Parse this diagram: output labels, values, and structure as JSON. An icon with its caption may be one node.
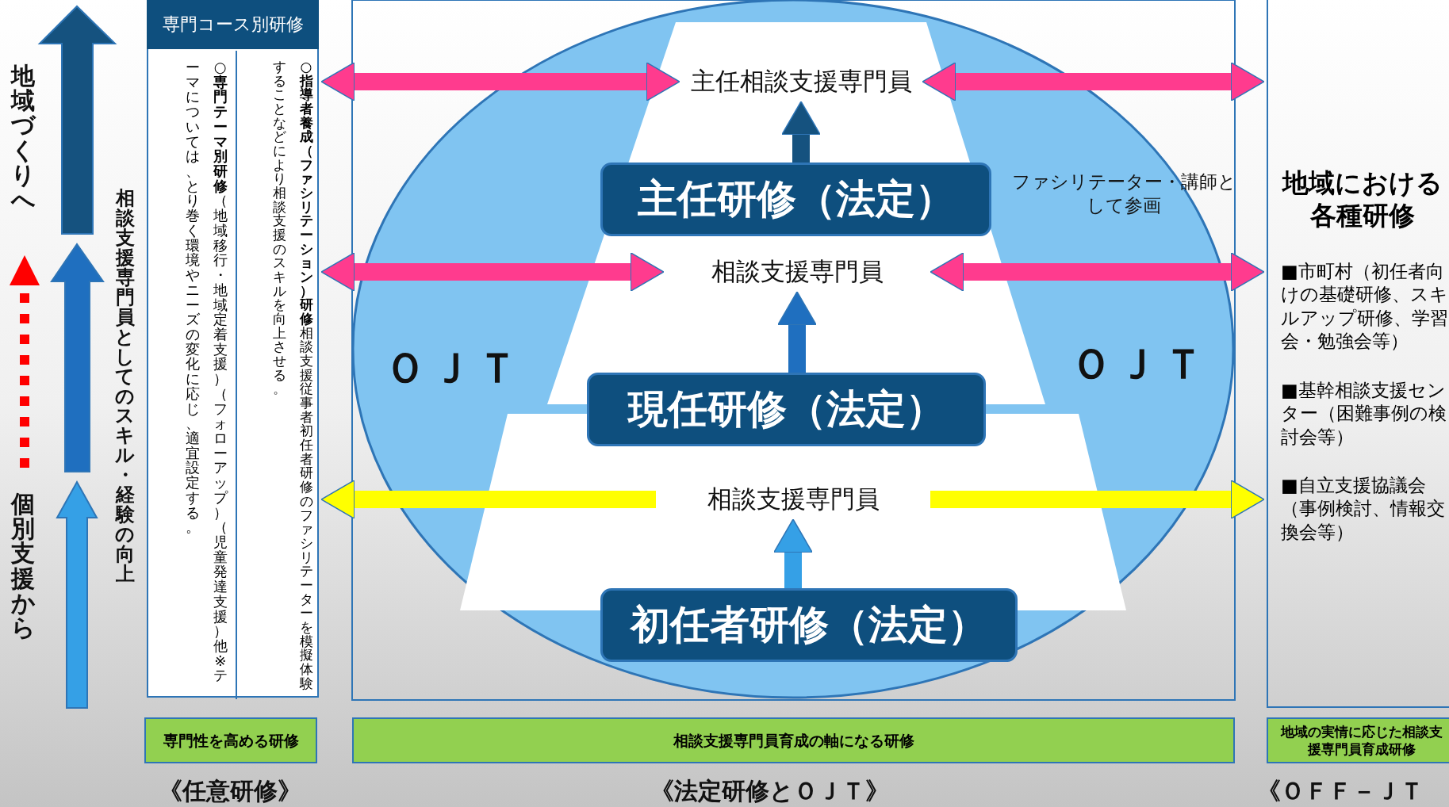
{
  "diagram": {
    "nodes": [
      {
        "text": [
          "専門コース別研修"
        ]
      },
      {
        "text": [
          "**○指導者養成（ファシリテーション）研修**相談支援従事者初任者研修のファシリテーターを模擬体験することなどにより相談支援のスキルを向上させる。"
        ],
        "in": 0
      },
      {
        "text": [
          "**○専門テーマ別研修**（地域移行・地域定着支援）（フォローアップ）（児童発達支援）他※テーマについては、とり巻く環境やニーズの変化に応じ、適宜設定する。"
        ],
        "in": 0
      },
      {
        "text": [
          "主任相談支援専門員"
        ]
      },
      {
        "text": [
          "主任研修（法定）"
        ]
      },
      {
        "text": [
          "相談支援専門員"
        ]
      },
      {
        "text": [
          "現任研修（法定）"
        ]
      },
      {
        "text": [
          "相談支援専門員"
        ]
      },
      {
        "text": [
          "初任者研修（法定）"
        ]
      },
      {
        "text": [
          "地域における各種研修",
          "■市町村（初任者向けの基礎研修、スキルアップ研修、学習会・勉強会等）",
          "■基幹相談支援センター（困難事例の検討会等）",
          "■自立支援協議会（事例検討、情報交換会等）"
        ]
      },
      {
        "text": [
          "専門性を高める研修"
        ]
      },
      {
        "text": [
          "相談支援専門員育成の軸になる研修"
        ]
      },
      {
        "text": [
          "地域の実情に応じた相談支援専門員育成研修"
        ]
      }
    ],
    "edges": [
      {
        "from": 4,
        "to": 3,
        "arrow": "to",
        "color": "#15527f"
      },
      {
        "from": 6,
        "to": 5,
        "arrow": "to",
        "color": "#1f6fbf"
      },
      {
        "from": 8,
        "to": 7,
        "arrow": "to",
        "color": "#35a0e6"
      },
      {
        "from": 0,
        "to": 3,
        "arrow": "both",
        "color": "#ff3b8e"
      },
      {
        "from": 3,
        "to": 9,
        "arrow": "both",
        "color": "#ff3b8e"
      },
      {
        "from": 0,
        "to": 5,
        "arrow": "both",
        "color": "#ff3b8e"
      },
      {
        "from": 5,
        "to": 9,
        "arrow": "both",
        "color": "#ff3b8e"
      },
      {
        "from": 7,
        "to": 0,
        "arrow": "to",
        "color": "#ffff00"
      },
      {
        "from": 7,
        "to": 9,
        "arrow": "to",
        "color": "#ffff00"
      }
    ],
    "labels": [
      "地域づくりへ",
      "個別支援から",
      "相談支援専門員としてのスキル・経験の向上",
      "ＯＪＴ",
      "ファシリテーター・講師として参画",
      "ＯＪＴ",
      "《任意研修》",
      "《法定研修とＯＪＴ》",
      "《ＯＦＦ－ＪＴ"
    ]
  }
}
